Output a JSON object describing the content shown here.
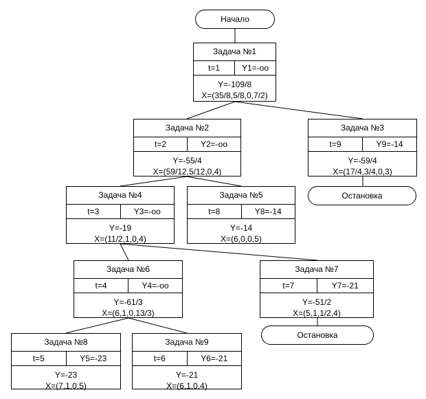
{
  "start": "Начало",
  "stop": "Остановка",
  "nodes": {
    "n1": {
      "title": "Задача №1",
      "t": "t=1",
      "y_est": "Y1=-oo",
      "y": "Y=-109/8",
      "x": "X=(35/8,5/8,0,7/2)"
    },
    "n2": {
      "title": "Задача №2",
      "t": "t=2",
      "y_est": "Y2=-oo",
      "y": "Y=-55/4",
      "x": "X=(59/12,5/12,0,4)"
    },
    "n3": {
      "title": "Задача №3",
      "t": "t=9",
      "y_est": "Y9=-14",
      "y": "Y=-59/4",
      "x": "X=(17/4,3/4,0,3)"
    },
    "n4": {
      "title": "Задача №4",
      "t": "t=3",
      "y_est": "Y3=-oo",
      "y": "Y=-19",
      "x": "X=(11/2,1,0,4)"
    },
    "n5": {
      "title": "Задача №5",
      "t": "t=8",
      "y_est": "Y8=-14",
      "y": "Y=-14",
      "x": "X=(6,0,0,5)"
    },
    "n6": {
      "title": "Задача №6",
      "t": "t=4",
      "y_est": "Y4=-oo",
      "y": "Y=-61/3",
      "x": "X=(6,1,0,13/3)"
    },
    "n7": {
      "title": "Задача №7",
      "t": "t=7",
      "y_est": "Y7=-21",
      "y": "Y=-51/2",
      "x": "X=(5,1,1/2,4)"
    },
    "n8": {
      "title": "Задача №8",
      "t": "t=5",
      "y_est": "Y5=-23",
      "y": "Y=-23",
      "x": "X=(7,1,0,5)"
    },
    "n9": {
      "title": "Задача №9",
      "t": "t=6",
      "y_est": "Y6=-21",
      "y": "Y=-21",
      "x": "X=(6,1,0,4)"
    }
  }
}
